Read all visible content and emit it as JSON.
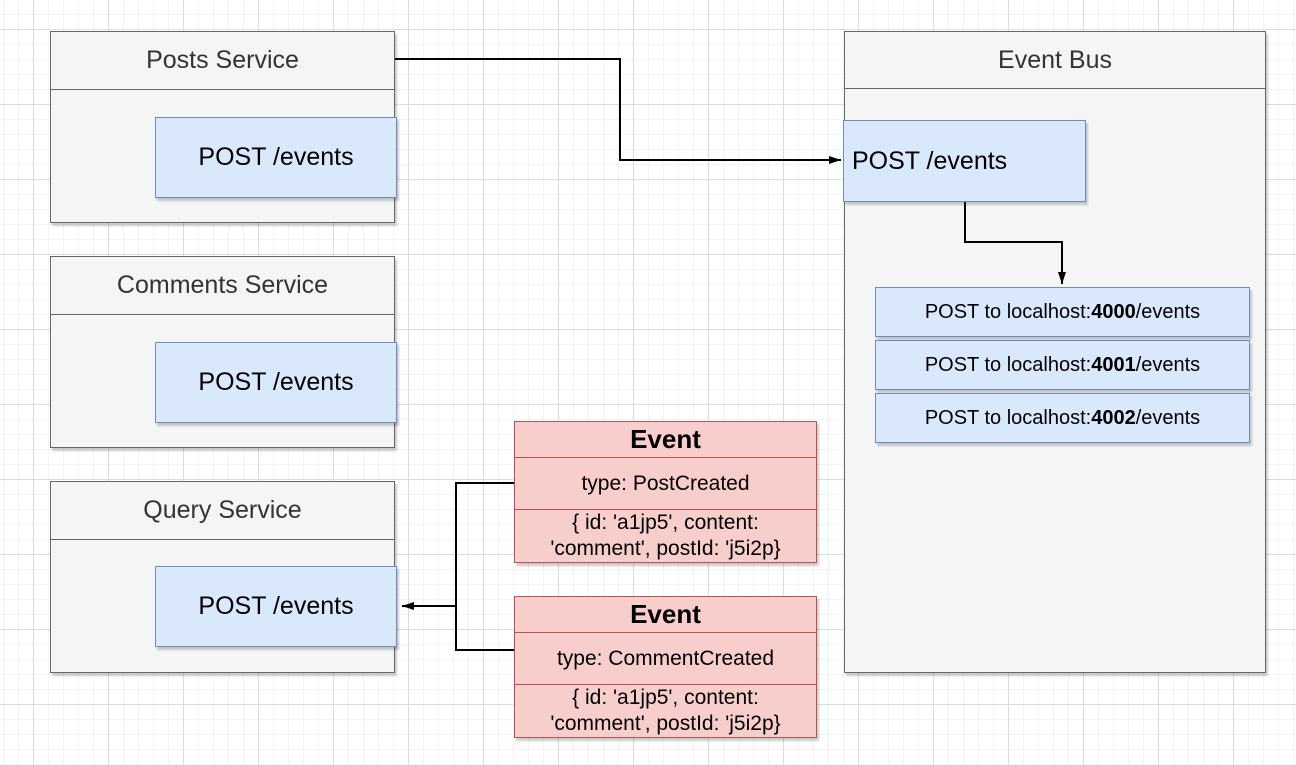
{
  "services": [
    {
      "title": "Posts Service",
      "endpoint": "POST /events"
    },
    {
      "title": "Comments Service",
      "endpoint": "POST /events"
    },
    {
      "title": "Query Service",
      "endpoint": "POST /events"
    }
  ],
  "event_bus": {
    "title": "Event Bus",
    "endpoint": "POST /events",
    "dispatch_targets": [
      {
        "prefix": "POST to localhost:",
        "port": "4000",
        "suffix": "/events"
      },
      {
        "prefix": "POST to localhost:",
        "port": "4001",
        "suffix": "/events"
      },
      {
        "prefix": "POST to localhost:",
        "port": "4002",
        "suffix": "/events"
      }
    ]
  },
  "events": [
    {
      "title": "Event",
      "type_row": "type: PostCreated",
      "payload": "{ id: 'a1jp5', content: 'comment', postId: 'j5i2p}"
    },
    {
      "title": "Event",
      "type_row": "type: CommentCreated",
      "payload": "{ id: 'a1jp5', content: 'comment', postId: 'j5i2p}"
    }
  ],
  "colors": {
    "container_fill": "#f5f5f5",
    "container_border": "#666666",
    "blue_fill": "#dae8fc",
    "blue_border": "#6c8ebf",
    "red_fill": "#f8cecc",
    "red_border": "#b85450",
    "arrow": "#000000",
    "title_text": "#333333"
  }
}
